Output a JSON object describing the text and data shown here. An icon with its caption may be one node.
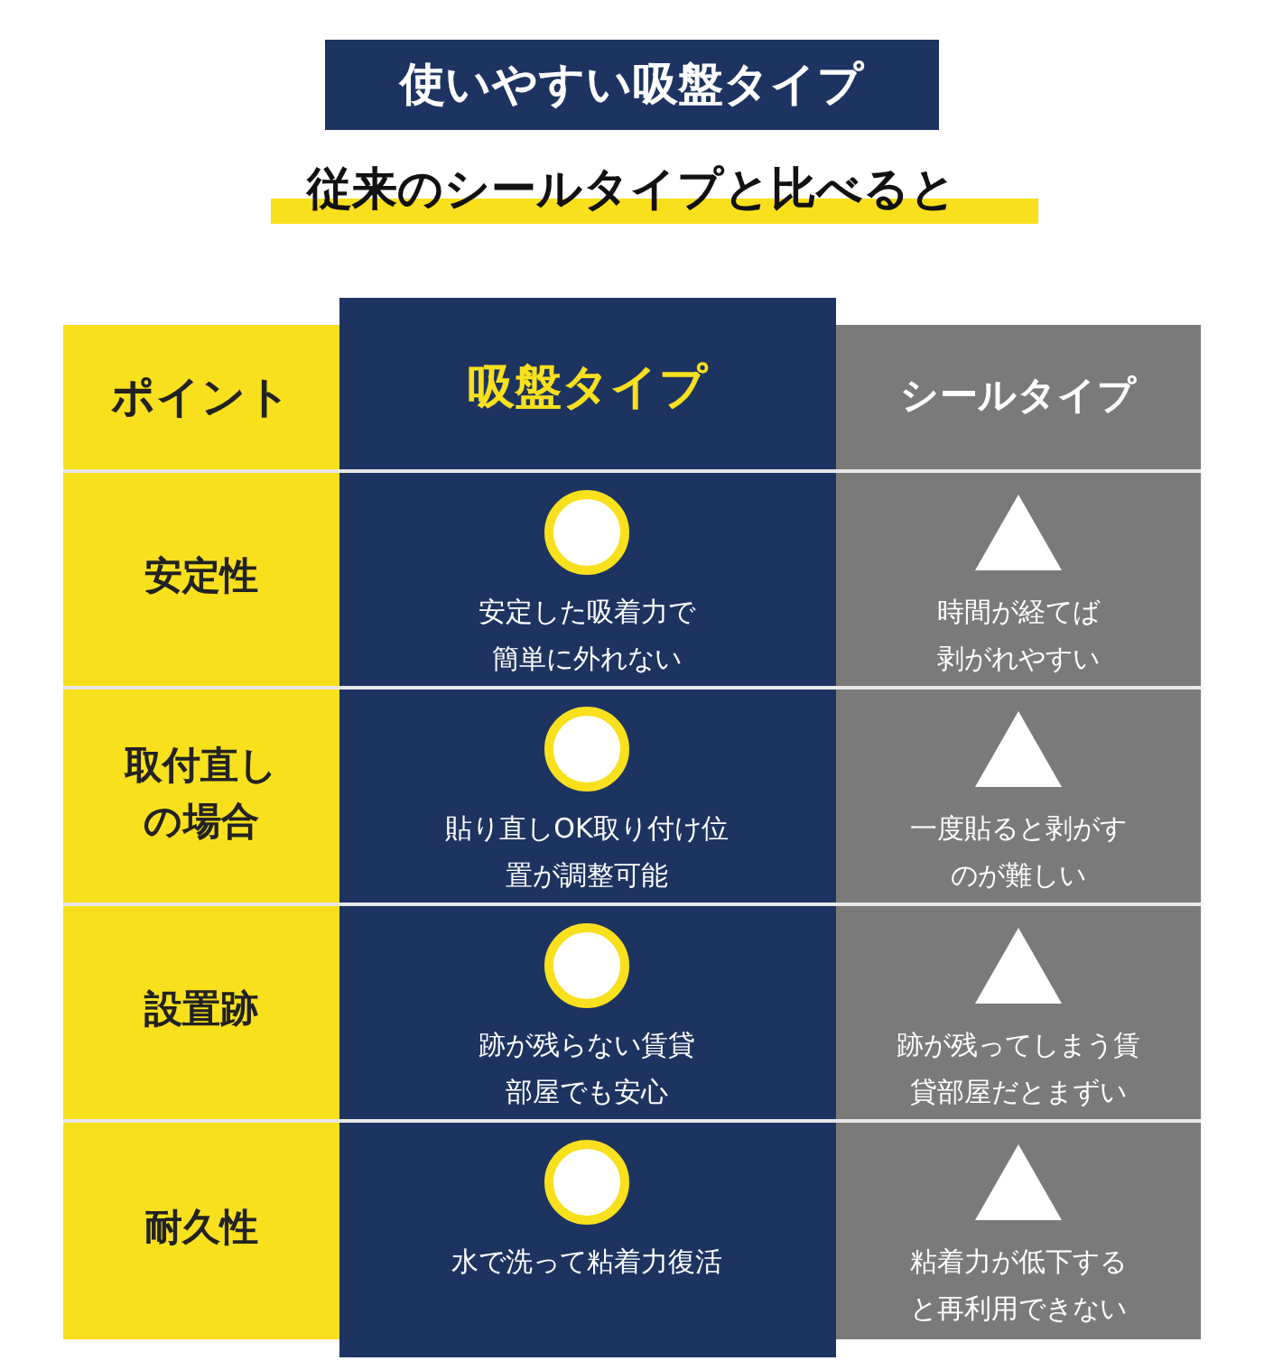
{
  "diagram": {
    "title": "使いやすい吸盤タイプ",
    "labels": [
      "従来のシールタイプと比べると",
      "ポイント",
      "吸盤タイプ",
      "シールタイプ",
      "安定性",
      "安定した吸着力で簡単に外れない",
      "時間が経てば剥がれやすい",
      "取付直しの場合",
      "貼り直しOK取り付け位置が調整可能",
      "一度貼ると剥がすのが難しい",
      "設置跡",
      "跡が残らない賃貸部屋でも安心",
      "跡が残ってしまう賃貸部屋だとまずい",
      "耐久性",
      "水で洗って粘着力復活",
      "粘着力が低下すると再利用できない"
    ]
  }
}
